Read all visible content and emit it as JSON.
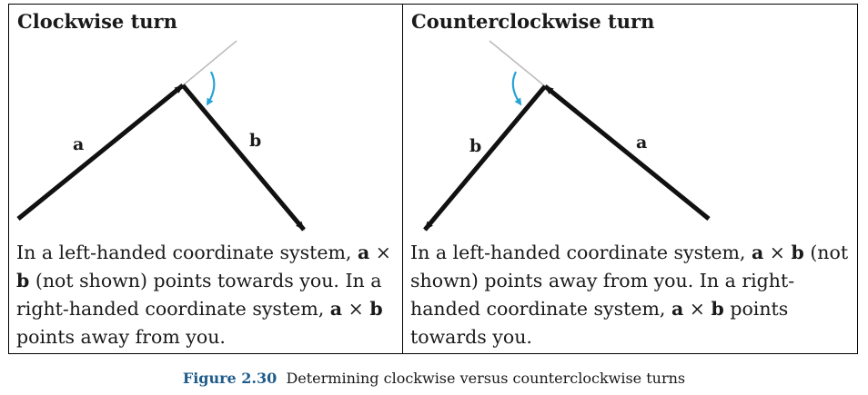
{
  "panels": [
    {
      "title": "Clockwise turn",
      "vector_a_label": "a",
      "vector_b_label": "b",
      "text": {
        "p1": "In a left-handed coordinate system, ",
        "a": "a",
        "times": " × ",
        "b": "b",
        "p2": " (not shown) points towards you. In a right-handed coordinate system, ",
        "a2": "a",
        "times2": " × ",
        "b2": "b",
        "p3": " points away from you."
      },
      "arc_icon": "clockwise-arc-arrow-icon"
    },
    {
      "title": "Counterclockwise turn",
      "vector_a_label": "a",
      "vector_b_label": "b",
      "text": {
        "p1": "In a left-handed coordinate system, ",
        "a": "a",
        "times": " × ",
        "b": "b",
        "p2": " (not shown) points away from you. In a right-handed coordinate system, ",
        "a2": "a",
        "times2": " × ",
        "b2": "b",
        "p3": " points towards you."
      },
      "arc_icon": "counterclockwise-arc-arrow-icon"
    }
  ],
  "figure_caption": {
    "number": "Figure 2.30",
    "text": "Determining clockwise versus counterclockwise turns"
  },
  "colors": {
    "vector": "#111111",
    "extension_line": "#bbbbbb",
    "arc": "#27a3d6",
    "caption_number": "#1f5c8b"
  }
}
